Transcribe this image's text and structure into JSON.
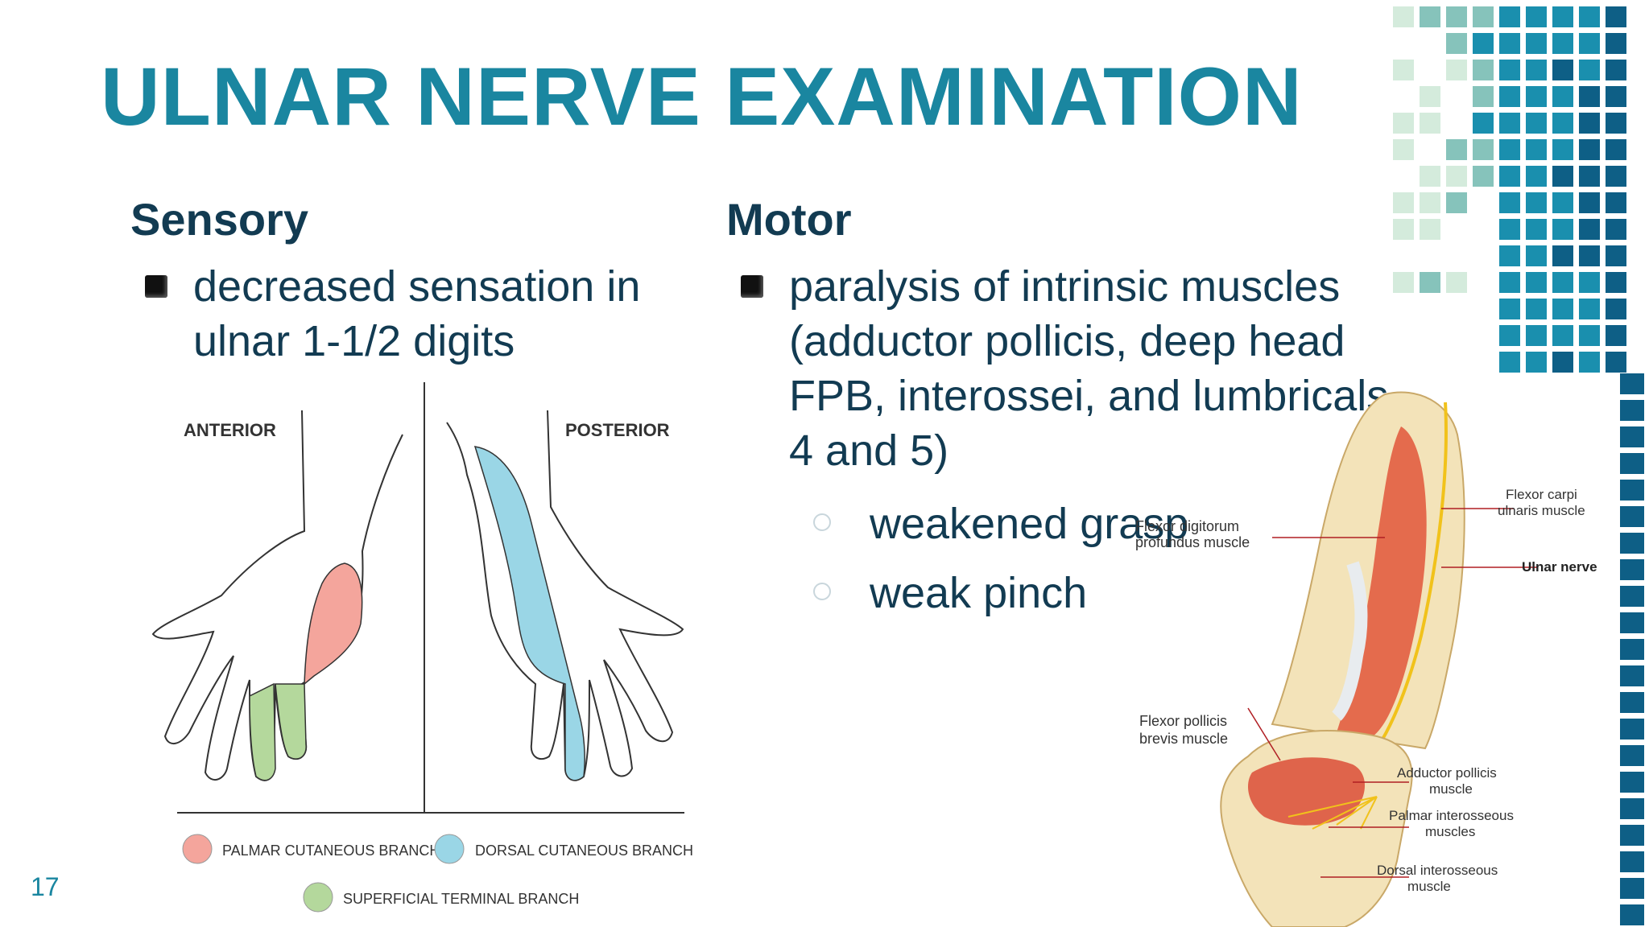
{
  "slide": {
    "title": "ULNAR NERVE EXAMINATION",
    "page_number": "17"
  },
  "sensory": {
    "heading": "Sensory",
    "bullets": [
      "decreased sensation in",
      "ulnar 1-1/2 digits"
    ]
  },
  "motor": {
    "heading": "Motor",
    "bullet_lines": [
      "paralysis of intrinsic muscles",
      "(adductor pollicis, deep head",
      "FPB, interossei, and lumbricals",
      "4 and 5)"
    ],
    "sub_bullets": [
      "weakened grasp",
      "weak pinch"
    ]
  },
  "hand_diagram": {
    "anterior_label": "ANTERIOR",
    "posterior_label": "POSTERIOR",
    "legend": [
      {
        "label": "PALMAR CUTANEOUS BRANCH",
        "color": "#f4a59c"
      },
      {
        "label": "DORSAL CUTANEOUS BRANCH",
        "color": "#9ad6e6"
      },
      {
        "label": "SUPERFICIAL TERMINAL BRANCH",
        "color": "#b4d89c"
      }
    ]
  },
  "arm_diagram": {
    "labels": {
      "fdp_line1": "Flexor digitorum",
      "fdp_line2": "profundus muscle",
      "fcu_line1": "Flexor carpi",
      "fcu_line2": "ulnaris muscle",
      "ulnar_nerve": "Ulnar nerve",
      "fpb_line1": "Flexor pollicis",
      "fpb_line2": "brevis muscle",
      "adductor_line1": "Adductor pollicis",
      "adductor_line2": "muscle",
      "palmar_line1": "Palmar interosseous",
      "palmar_line2": "muscles",
      "dorsal_line1": "Dorsal interosseous",
      "dorsal_line2": "muscle"
    }
  },
  "colors": {
    "title": "#1a86a0",
    "text": "#123b52",
    "mosaic_dark": "#0e5f86",
    "mosaic_teal": "#1a8fae",
    "mosaic_mint": "#86c3bb",
    "mosaic_light": "#d4ebdc",
    "nerve": "#f1c21b",
    "muscle": "#d9432f"
  }
}
